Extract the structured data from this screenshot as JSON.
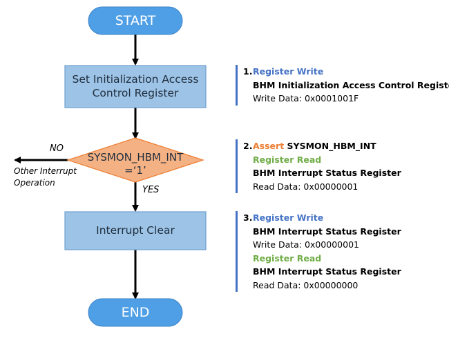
{
  "flowchart": {
    "start_label": "START",
    "step1_line1": "Set Initialization Access",
    "step1_line2": "Control Register",
    "decision_line1": "SYSMON_HBM_INT",
    "decision_line2": "=‘1’",
    "branch_no": "NO",
    "branch_yes": "YES",
    "other_line1": "Other Interrupt",
    "other_line2": "Operation",
    "step3_label": "Interrupt Clear",
    "end_label": "END"
  },
  "notes": {
    "note1": {
      "number": "1.",
      "action": "Register Write",
      "register": "BHM Initialization Access Control Register",
      "data": "Write Data: 0x0001001F"
    },
    "note2": {
      "number": "2.",
      "assert_word": "Assert",
      "assert_signal": " SYSMON_HBM_INT",
      "action": "Register Read",
      "register": "BHM Interrupt Status Register",
      "data": "Read Data: 0x00000001"
    },
    "note3": {
      "number": "3.",
      "action1": "Register Write",
      "register1": "BHM Interrupt Status Register",
      "data1": "Write Data: 0x00000001",
      "action2": "Register Read",
      "register2": "BHM Interrupt Status Register",
      "data2": "Read Data: 0x00000000"
    }
  },
  "colors": {
    "node_fill": "#4f9fe6",
    "box_fill": "#9dc3e6",
    "box_border": "#6f9fcf",
    "decision_fill": "#f4b183",
    "decision_border": "#ed7d31",
    "note_bar": "#4472c4",
    "write_color": "#4472c4",
    "read_color": "#70ad47",
    "assert_color": "#ed7d31"
  }
}
